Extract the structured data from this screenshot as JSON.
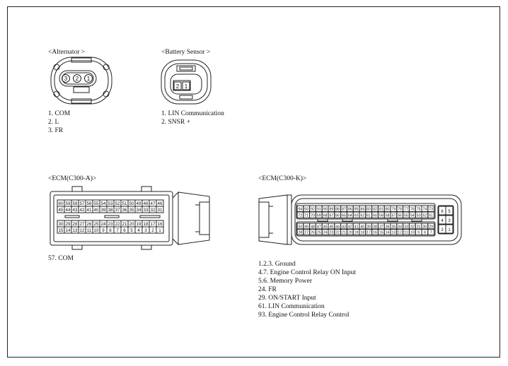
{
  "alternator": {
    "title": "<Alternator >",
    "pins": [
      "3",
      "2",
      "1"
    ],
    "legend": [
      "1. COM",
      "2. L",
      "3. FR"
    ]
  },
  "battery_sensor": {
    "title": "<Battery Sensor  >",
    "pins": [
      "2",
      "1"
    ],
    "legend": [
      "1. LIN Communication",
      "2. SNSR +"
    ]
  },
  "ecm_a": {
    "title": "<ECM(C300-A)>",
    "rows": [
      [
        "60",
        "59",
        "58",
        "57",
        "56",
        "55",
        "54",
        "53",
        "52",
        "51",
        "50",
        "49",
        "48",
        "47",
        "46"
      ],
      [
        "45",
        "44",
        "43",
        "42",
        "41",
        "40",
        "39",
        "38",
        "37",
        "36",
        "35",
        "34",
        "33",
        "32",
        "31"
      ],
      [
        "30",
        "29",
        "28",
        "27",
        "26",
        "25",
        "24",
        "23",
        "22",
        "21",
        "20",
        "19",
        "18",
        "17",
        "16"
      ],
      [
        "15",
        "14",
        "13",
        "12",
        "11",
        "10",
        "9",
        "8",
        "7",
        "6",
        "5",
        "4",
        "3",
        "2",
        "1"
      ]
    ],
    "legend": [
      "57. COM"
    ]
  },
  "ecm_k": {
    "title": "<ECM(C300-K)>",
    "rows": [
      [
        "94",
        "93",
        "92",
        "91",
        "90",
        "89",
        "88",
        "87",
        "86",
        "85",
        "84",
        "83",
        "82",
        "81",
        "80",
        "79",
        "78",
        "77",
        "76",
        "75",
        "74",
        "73"
      ],
      [
        "72",
        "71",
        "70",
        "69",
        "68",
        "67",
        "66",
        "65",
        "64",
        "63",
        "62",
        "61",
        "60",
        "59",
        "58",
        "57",
        "56",
        "55",
        "54",
        "53",
        "52",
        "51"
      ],
      [
        "50",
        "49",
        "48",
        "47",
        "46",
        "45",
        "44",
        "43",
        "42",
        "41",
        "40",
        "39",
        "38",
        "37",
        "36",
        "35",
        "34",
        "33",
        "32",
        "31",
        "30",
        "29"
      ],
      [
        "28",
        "27",
        "26",
        "25",
        "24",
        "23",
        "22",
        "21",
        "20",
        "19",
        "18",
        "17",
        "16",
        "15",
        "14",
        "13",
        "12",
        "11",
        "10",
        "9",
        "8",
        "7"
      ]
    ],
    "side_pins": [
      "6",
      "5",
      "4",
      "3",
      "2",
      "1"
    ],
    "legend": [
      "1.2.3.  Ground",
      "4.7. Engine Control Relay ON Input",
      "5.6.  Memory Power",
      "24. FR",
      "29.  ON/START Input",
      "61.  LIN Communication",
      "93.  Engine Control Relay Control"
    ]
  }
}
